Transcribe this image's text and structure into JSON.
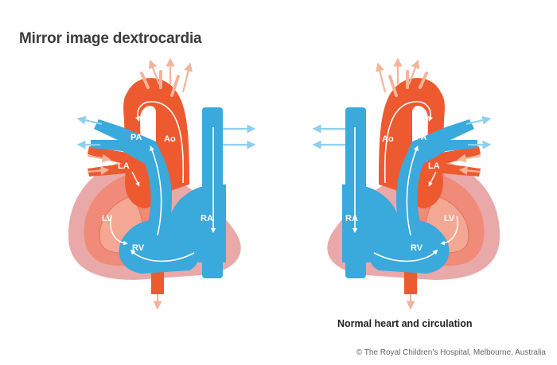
{
  "title": "Mirror image dextrocardia",
  "caption": "Normal heart and circulation",
  "copyright": "© The Royal Children’s Hospital, Melbourne, Australia",
  "labels": {
    "pa": "PA",
    "ao": "Ao",
    "la": "LA",
    "lv": "LV",
    "rv": "RV",
    "ra": "RA"
  },
  "colors": {
    "aorta": "#ee5a2f",
    "vein_blue": "#3aa9dc",
    "pericardium": "#e9a9a8",
    "heart_wall": "#f08a79",
    "arrow_red": "#f4b49b",
    "arrow_blue": "#8fd0ef",
    "label": "#ffffff"
  }
}
